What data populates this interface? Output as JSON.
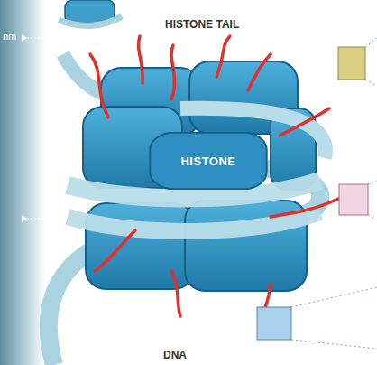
{
  "diagram": {
    "nodes": [
      {
        "text": [
          "HISTONE"
        ]
      }
    ],
    "labels": [
      "HISTONE TAIL",
      "nm",
      "DNA"
    ]
  }
}
